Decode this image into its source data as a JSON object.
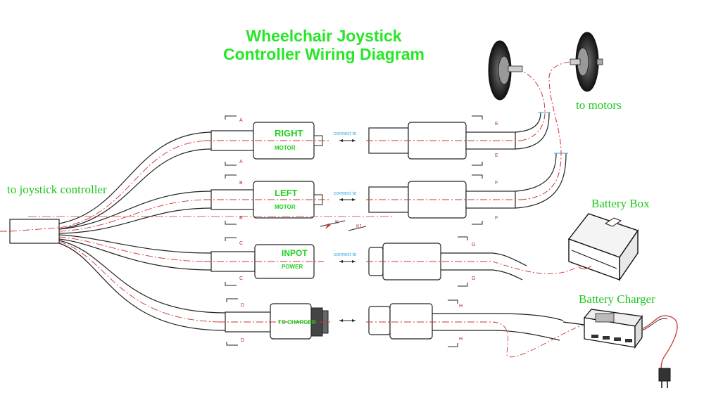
{
  "title": {
    "line1": "Wheelchair Joystick",
    "line2": "Controller Wiring Diagram"
  },
  "labels": {
    "joystick": "to joystick controller",
    "motors": "to  motors",
    "battery_box": "Battery Box",
    "battery_charger": "Battery Charger"
  },
  "connectors": [
    {
      "id": "right-motor",
      "line1": "RIGHT",
      "line2": "MOTOR",
      "section": "A",
      "mate_section": "E",
      "connect_text": "connect to"
    },
    {
      "id": "left-motor",
      "line1": "LEFT",
      "line2": "MOTOR",
      "section": "B",
      "mate_section": "F",
      "connect_text": "connect to"
    },
    {
      "id": "input-power",
      "line1": "INPOT",
      "line2": "POWER",
      "section": "C",
      "mate_section": "G",
      "connect_text": "connect to"
    },
    {
      "id": "charger",
      "line1": "TO CHARGER",
      "line2": "",
      "section": "D",
      "mate_section": "H",
      "connect_text": ""
    }
  ],
  "section_marks": {
    "k": "K",
    "k1": "K1"
  },
  "colors": {
    "title": "#27e627",
    "label": "#1ec61e",
    "wire": "#cc3333",
    "outline": "#222222",
    "connect_text": "#33aadd"
  }
}
